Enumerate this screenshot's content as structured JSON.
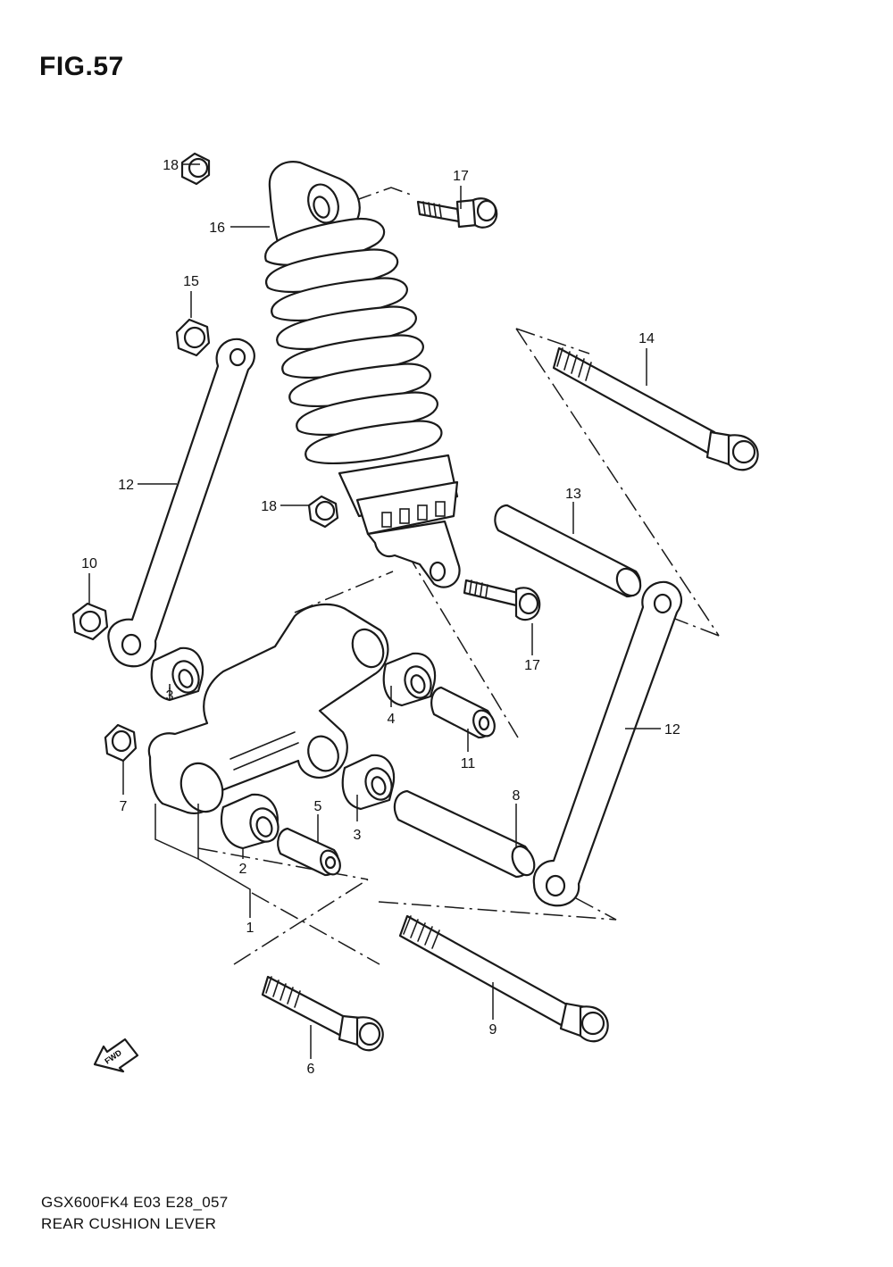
{
  "figure": {
    "title": "FIG.57"
  },
  "callouts": {
    "c1": "1",
    "c2": "2",
    "c3a": "3",
    "c3b": "3",
    "c4": "4",
    "c5": "5",
    "c6": "6",
    "c7": "7",
    "c8": "8",
    "c9": "9",
    "c10": "10",
    "c11": "11",
    "c12a": "12",
    "c12b": "12",
    "c13": "13",
    "c14": "14",
    "c15": "15",
    "c16": "16",
    "c17a": "17",
    "c17b": "17",
    "c18a": "18",
    "c18b": "18"
  },
  "fwd_label": "FWD",
  "footer": {
    "model_code": "GSX600FK4 E03 E28_057",
    "section_name": "REAR CUSHION LEVER"
  },
  "colors": {
    "line": "#1a1a1a",
    "background": "#ffffff"
  }
}
